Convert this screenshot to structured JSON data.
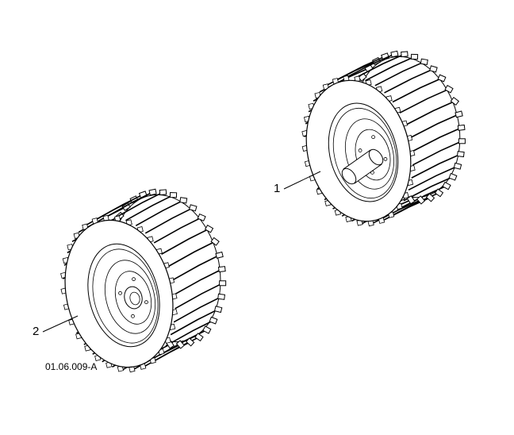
{
  "diagram": {
    "callouts": [
      {
        "number": "1",
        "part": "wheel-with-axle"
      },
      {
        "number": "2",
        "part": "wheel"
      }
    ],
    "drawing_code": "01.06.009-A",
    "colors": {
      "line": "#000000",
      "background": "#ffffff"
    }
  }
}
